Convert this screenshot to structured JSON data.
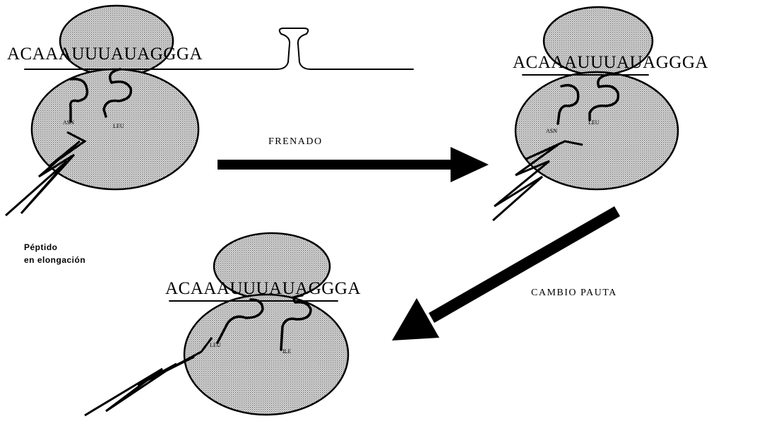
{
  "panels": {
    "p1": {
      "sequence": "ACAAAUUUAUAGGGA",
      "aa1": "ASN",
      "aa2": "LEU"
    },
    "p2": {
      "sequence": "ACAAAUUUAUAGGGA",
      "aa1": "ASN",
      "aa2": "LEU"
    },
    "p3": {
      "sequence": "ACAAAUUUAUAGGGA",
      "aa1": "LEU",
      "aa2": "ILE"
    }
  },
  "arrows": {
    "a1": {
      "label": "FRENADO"
    },
    "a2": {
      "label": "CAMBIO PAUTA"
    }
  },
  "caption": {
    "line1": "Péptido",
    "line2": "en elongación"
  },
  "colors": {
    "ribosome_fill": "#c8c8c8",
    "ink": "#000000"
  }
}
